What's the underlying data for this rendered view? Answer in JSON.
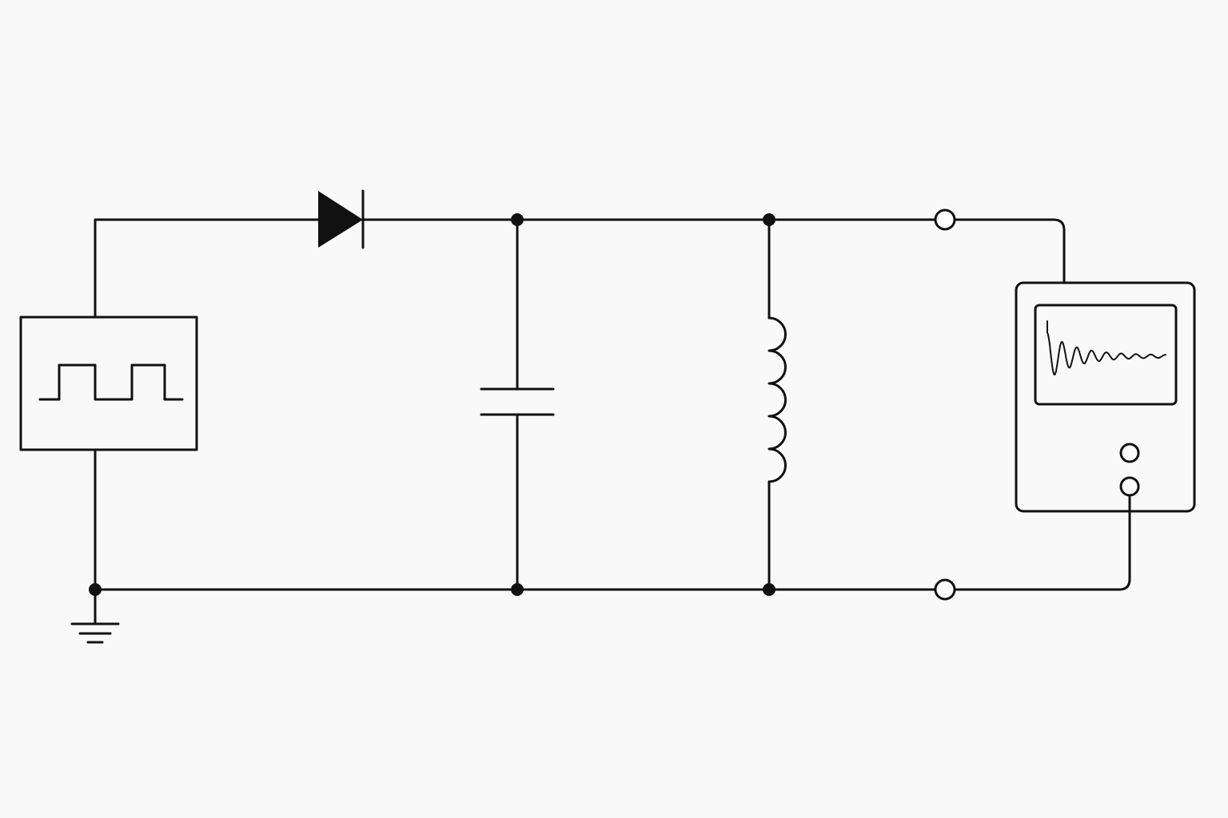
{
  "colors": {
    "background": "#f9f9f9",
    "ink": "#111111",
    "component_fill": "#ffffff"
  },
  "diagram": {
    "type": "circuit-schematic",
    "components": [
      {
        "id": "source",
        "kind": "square-wave-generator",
        "icon": "square-wave-icon"
      },
      {
        "id": "diode",
        "kind": "diode",
        "icon": "diode-icon"
      },
      {
        "id": "capacitor",
        "kind": "capacitor",
        "icon": "capacitor-icon"
      },
      {
        "id": "inductor",
        "kind": "inductor",
        "icon": "inductor-icon"
      },
      {
        "id": "scope",
        "kind": "oscilloscope",
        "icon": "damped-oscillation-icon"
      },
      {
        "id": "ground",
        "kind": "ground",
        "icon": "ground-icon"
      }
    ],
    "labels": []
  }
}
